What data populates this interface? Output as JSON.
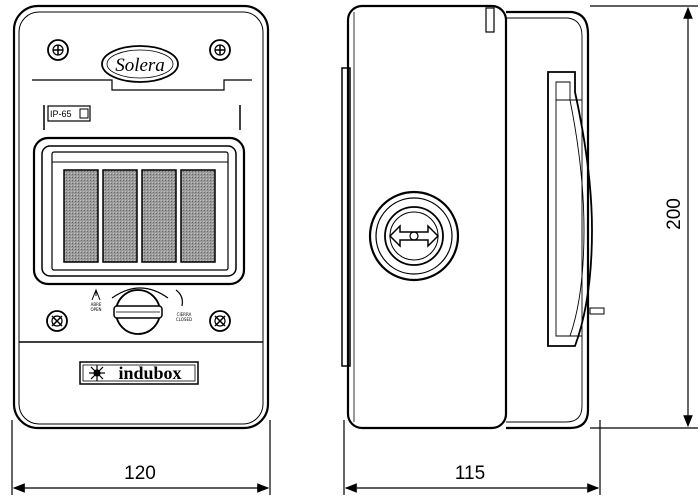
{
  "front_view": {
    "logo": "Solera",
    "ip_rating": "IP-65",
    "brand": "indubox",
    "switch_left_label": [
      "ABRE",
      "OPEN"
    ],
    "switch_right_label": [
      "CIERRA",
      "CLOSED"
    ]
  },
  "dimensions": {
    "width": "120",
    "depth": "115",
    "height": "200"
  }
}
